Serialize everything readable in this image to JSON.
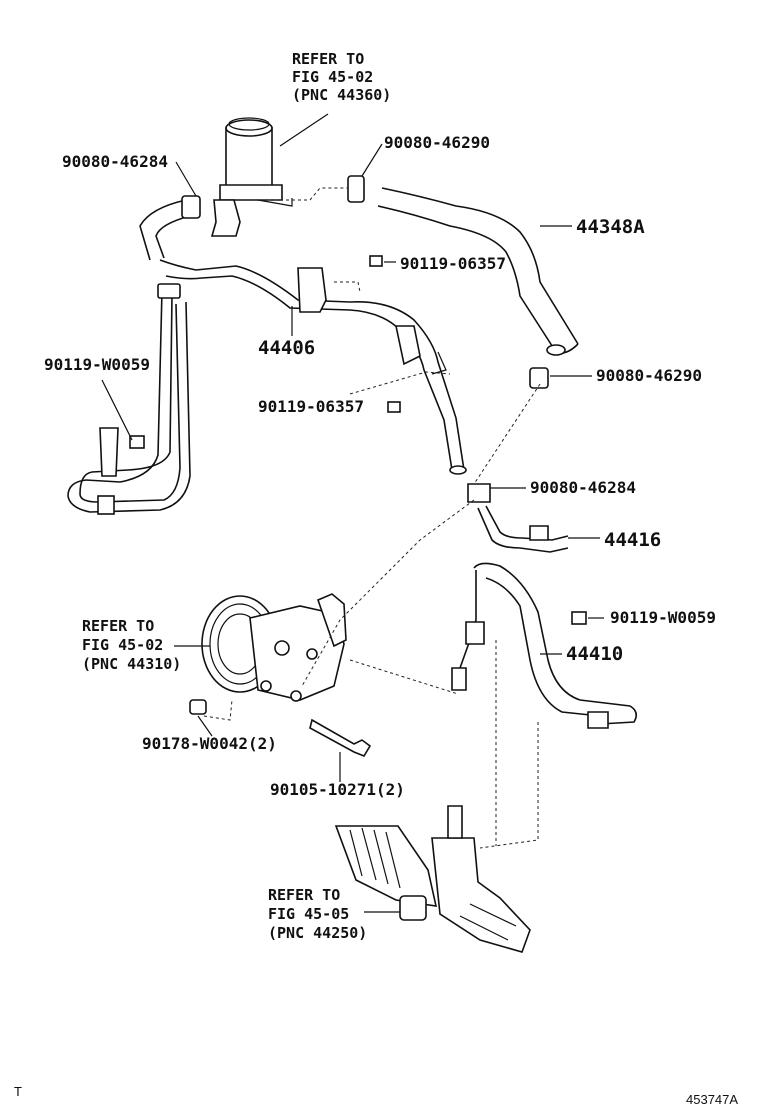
{
  "refs": {
    "reservoir": {
      "l1": "REFER TO",
      "l2": "FIG 45-02",
      "l3": "(PNC 44360)"
    },
    "pump": {
      "l1": "REFER TO",
      "l2": "FIG 45-02",
      "l3": "(PNC 44310)"
    },
    "gear": {
      "l1": "REFER TO",
      "l2": "FIG 45-05",
      "l3": "(PNC 44250)"
    }
  },
  "parts": {
    "clamp_top_left": "90080-46284",
    "clamp_top_right": "90080-46290",
    "hose_return": "44348A",
    "bolt_upper": "90119-06357",
    "tube_44406": "44406",
    "bolt_left": "90119-W0059",
    "clamp_mid_right": "90080-46290",
    "bolt_mid": "90119-06357",
    "clamp_lower": "90080-46284",
    "tube_44416": "44416",
    "bolt_right": "90119-W0059",
    "hose_44410": "44410",
    "plug": "90178-W0042(2)",
    "bolt_pump": "90105-10271(2)"
  },
  "footer": {
    "left": "T",
    "right": "453747A"
  }
}
